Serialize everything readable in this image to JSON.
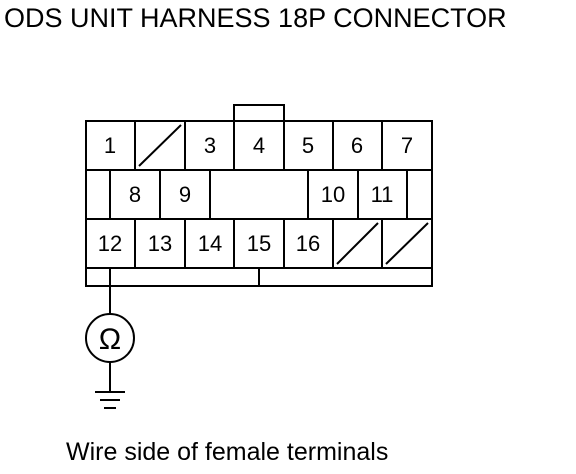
{
  "title": "ODS UNIT HARNESS 18P CONNECTOR",
  "caption": "Wire side of female terminals",
  "connector": {
    "row1": [
      "1",
      "",
      "3",
      "4",
      "5",
      "6",
      "7"
    ],
    "row2": [
      "8",
      "9",
      "10",
      "11"
    ],
    "row3": [
      "12",
      "13",
      "14",
      "15",
      "16",
      "",
      ""
    ]
  },
  "meter": {
    "symbol": "Ω",
    "icon": "ohmmeter-icon",
    "ground_icon": "ground-icon"
  },
  "colors": {
    "line": "#000000",
    "background": "#ffffff"
  }
}
